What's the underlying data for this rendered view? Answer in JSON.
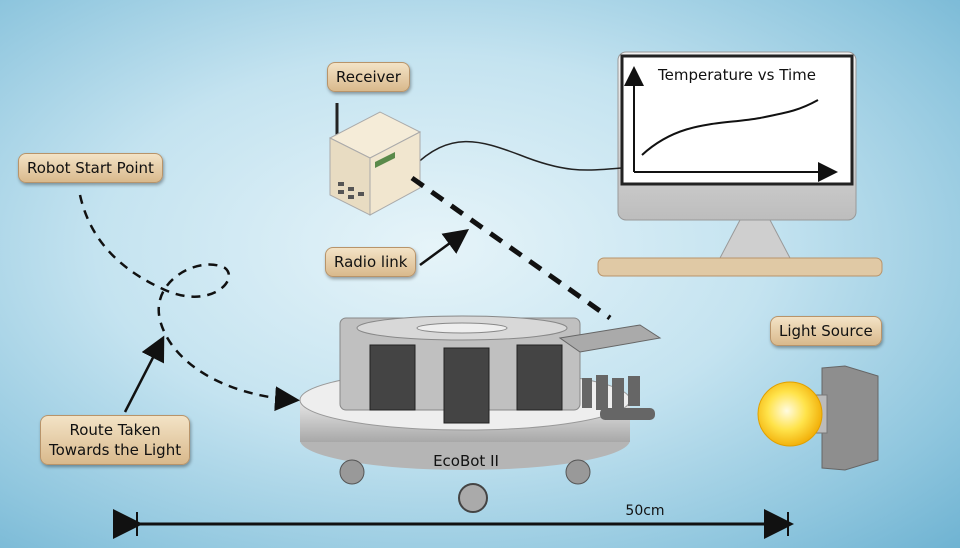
{
  "labels": {
    "receiver": "Receiver",
    "robot_start_point": "Robot Start Point",
    "radio_link": "Radio link",
    "light_source": "Light Source",
    "route_taken_line1": "Route Taken",
    "route_taken_line2": "Towards the Light"
  },
  "robot_name": "EcoBot II",
  "distance": "50cm",
  "monitor": {
    "chart_title": "Temperature vs Time"
  },
  "colors": {
    "label_fill": "#e2c89f",
    "background": "#c4e3f0",
    "bulb": "#ffd92e"
  }
}
